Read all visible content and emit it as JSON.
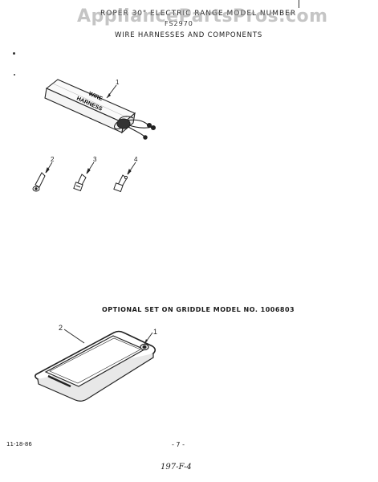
{
  "header": {
    "title": "ROPER 30\" ELECTRIC RANGE  MODEL NUMBER",
    "model": "FS2970",
    "watermark": "AppliancePartsPros.com"
  },
  "section1": {
    "heading": "WIRE HARNESSES AND COMPONENTS",
    "box_text": [
      "WIRE",
      "HARNESS"
    ],
    "callouts": [
      "1",
      "2",
      "3",
      "4"
    ]
  },
  "section2": {
    "heading": "OPTIONAL SET ON GRIDDLE MODEL NO. 1006803",
    "callouts": [
      "2",
      "1"
    ]
  },
  "footer": {
    "date": "11-18-86",
    "page": "- 7 -",
    "handwriting": "197-F-4"
  }
}
